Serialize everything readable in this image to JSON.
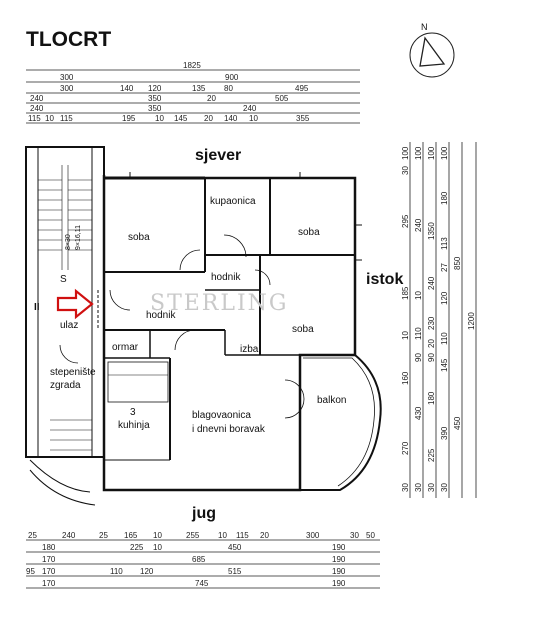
{
  "title": "TLOCRT",
  "compass_label": "N",
  "watermark": "STERLING",
  "directions": {
    "north": "sjever",
    "south": "jug",
    "east": "istok"
  },
  "rooms": {
    "soba_1": "soba",
    "kupaonica": "kupaonica",
    "soba_2": "soba",
    "hodnik_small": "hodnik",
    "soba_3": "soba",
    "hodnik_main": "hodnik",
    "ormar": "ormar",
    "izba": "izba",
    "ulaz": "ulaz",
    "stepeniste_line1": "stepenište",
    "stepeniste_line2": "zgrada",
    "kuhinja_num": "3",
    "kuhinja": "kuhinja",
    "boravak_line1": "blagovaonica",
    "boravak_line2": "i dnevni boravak",
    "balkon": "balkon",
    "stair_s": "S",
    "stair_arrow": "II"
  },
  "dims_top": {
    "row1": [
      "1825"
    ],
    "row2": [
      "300",
      "900"
    ],
    "row3": [
      "300",
      "140",
      "120",
      "135",
      "80",
      "495"
    ],
    "row4": [
      "240",
      "350",
      "20",
      "505"
    ],
    "row5": [
      "240",
      "350",
      "240"
    ],
    "row6": [
      "115",
      "10",
      "115",
      "195",
      "10",
      "145",
      "20",
      "140",
      "10",
      "355"
    ]
  },
  "dims_bottom": {
    "row1": [
      "25",
      "240",
      "25",
      "165",
      "10",
      "255",
      "10",
      "115",
      "20",
      "300",
      "30",
      "50"
    ],
    "row2": [
      "180",
      "225",
      "10",
      "450",
      "190"
    ],
    "row3": [
      "170",
      "685",
      "190"
    ],
    "row4": [
      "95",
      "170",
      "110",
      "120",
      "515",
      "190"
    ],
    "row5": [
      "170",
      "745",
      "190"
    ]
  },
  "dims_right": {
    "col1": [
      "30",
      "100",
      "295",
      "185",
      "10",
      "160",
      "270",
      "30"
    ],
    "col2": [
      "100",
      "240",
      "10",
      "110",
      "90",
      "430",
      "30"
    ],
    "col3": [
      "100",
      "1350",
      "240",
      "230",
      "20",
      "90",
      "180",
      "225",
      "30"
    ],
    "col4": [
      "100",
      "180",
      "113",
      "27",
      "120",
      "110",
      "145",
      "390",
      "30"
    ],
    "col5": [
      "850",
      "450"
    ],
    "col6": [
      "1200"
    ]
  },
  "stair_dims": [
    "8×30",
    "9×16,11"
  ]
}
